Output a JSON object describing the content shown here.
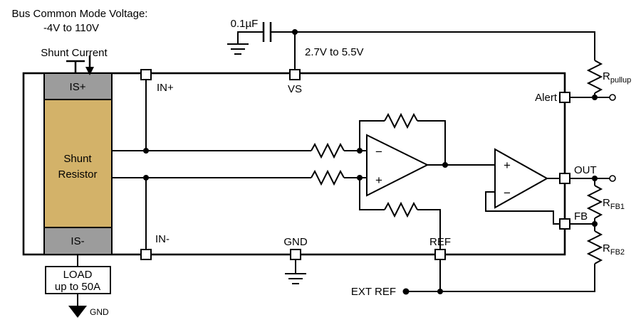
{
  "annotations": {
    "bus_cm_line1": "Bus Common Mode Voltage:",
    "bus_cm_line2": "-4V to 110V",
    "shunt_current": "Shunt Current",
    "cap_value": "0.1µF",
    "supply_range": "2.7V to 5.5V",
    "ext_ref": "EXT REF",
    "load_line1": "LOAD",
    "load_line2": "up to 50A",
    "load_gnd": "GND"
  },
  "device": {
    "shunt_line1": "Shunt",
    "shunt_line2": "Resistor",
    "terminal_top": "IS+",
    "terminal_bottom": "IS-"
  },
  "pins": {
    "in_plus": "IN+",
    "in_minus": "IN-",
    "vs": "VS",
    "gnd": "GND",
    "ref": "REF",
    "alert": "Alert",
    "out": "OUT",
    "fb": "FB"
  },
  "resistors": {
    "pullup_base": "R",
    "pullup_sub": "pullup",
    "fb1_base": "R",
    "fb1_sub": "FB1",
    "fb2_base": "R",
    "fb2_sub": "FB2"
  },
  "opamps": {
    "plus": "+",
    "minus": "−"
  },
  "colors": {
    "shunt_body": "#d3b269",
    "terminal_band": "#9c9c9c",
    "wire": "#000000"
  }
}
